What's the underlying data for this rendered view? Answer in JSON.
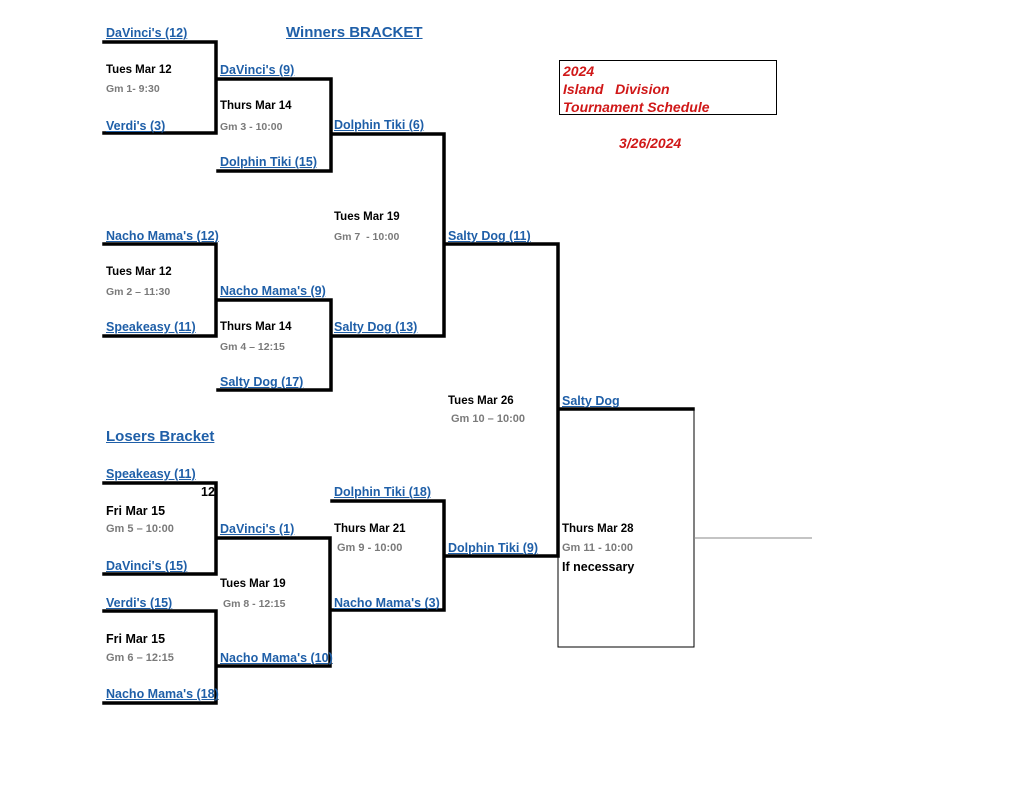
{
  "headers": {
    "winners": "Winners BRACKET",
    "losers": "Losers Bracket"
  },
  "info_box": {
    "year": "2024",
    "division": "Island   Division",
    "subtitle": "Tournament Schedule",
    "date": "3/26/2024"
  },
  "colors": {
    "team": "#1f5fa8",
    "red": "#d01818",
    "game": "#7a7a7a"
  },
  "winners": {
    "r1": {
      "g1": {
        "top": "DaVinci's (12)",
        "bottom": "Verdi's (3)",
        "date": "Tues Mar 12",
        "game": "Gm 1- 9:30"
      },
      "g2": {
        "top": "Nacho Mama's (12)",
        "bottom": "Speakeasy (11)",
        "date": "Tues Mar 12",
        "game": "Gm 2 – 11:30"
      }
    },
    "r2": {
      "g3": {
        "top": "DaVinci's (9)",
        "bottom": "Dolphin Tiki (15)",
        "date": "Thurs Mar 14",
        "game": "Gm 3 - 10:00"
      },
      "g4": {
        "top": "Nacho Mama's (9)",
        "bottom": "Salty Dog (17)",
        "date": "Thurs Mar 14",
        "game": "Gm 4 – 12:15"
      }
    },
    "r3": {
      "g7": {
        "top": "Dolphin Tiki (6)",
        "bottom": "Salty Dog (13)",
        "date": "Tues Mar 19",
        "game": "Gm 7  - 10:00"
      }
    },
    "final_team": "Salty Dog (11)"
  },
  "losers": {
    "r1": {
      "g5": {
        "top": "Speakeasy (11)",
        "bottom": "DaVinci's (15)",
        "date": "Fri Mar 15",
        "game": "Gm 5 – 10:00",
        "note": "12"
      },
      "g6": {
        "top": "Verdi's (15)",
        "bottom": "Nacho Mama's (18)",
        "date": "Fri Mar 15",
        "game": "Gm 6 – 12:15"
      }
    },
    "r2": {
      "g8": {
        "top": "DaVinci's (1)",
        "bottom": "Nacho Mama's (10)",
        "date": "Tues Mar 19",
        "game": "Gm 8 - 12:15"
      }
    },
    "r3": {
      "g9": {
        "top": "Dolphin Tiki (18)",
        "bottom": "Nacho Mama's (3)",
        "date": "Thurs Mar 21",
        "game": "Gm 9 - 10:00"
      }
    },
    "final_team": "Dolphin Tiki (9)"
  },
  "championship": {
    "g10": {
      "date": "Tues Mar 26",
      "game": "Gm 10 – 10:00",
      "winner": "Salty Dog"
    },
    "g11": {
      "date": "Thurs Mar 28",
      "game": "Gm 11 - 10:00",
      "note": "If necessary"
    }
  }
}
